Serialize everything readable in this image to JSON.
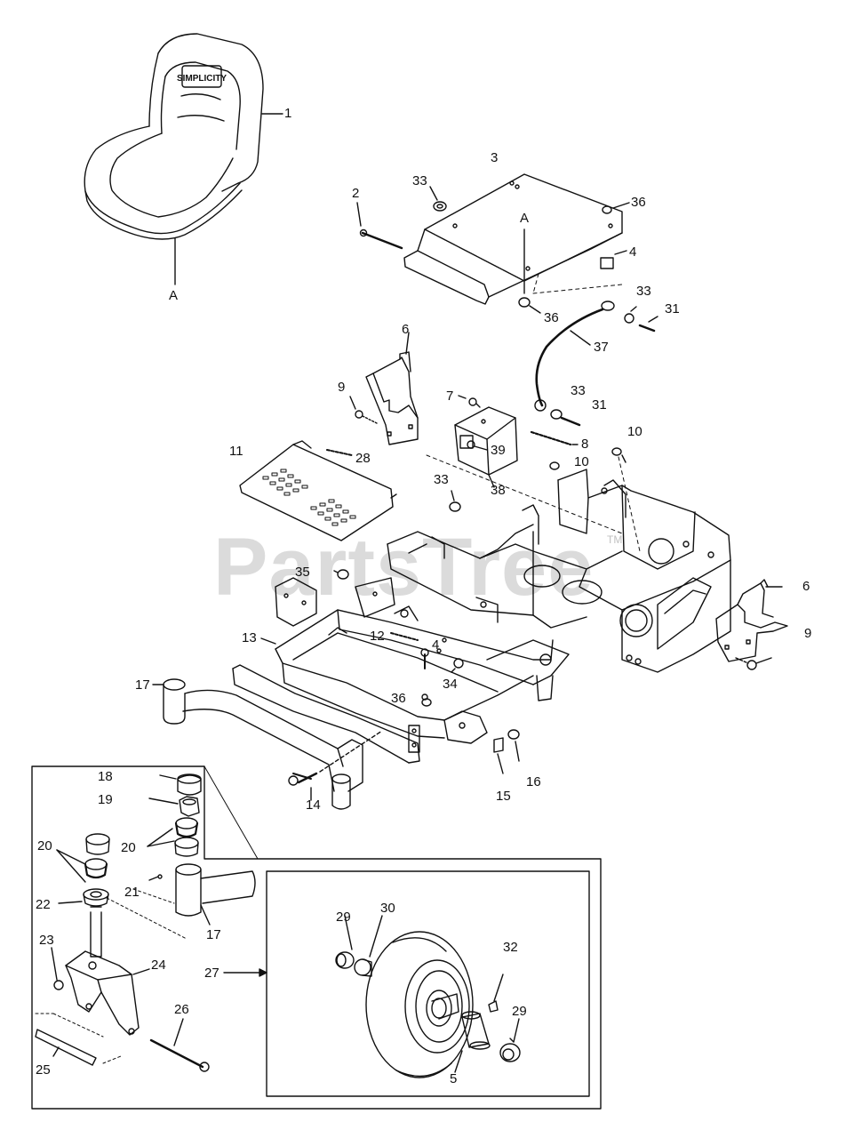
{
  "watermark": "PartsTree",
  "watermark_tm": "TM",
  "seat_logo": "SIMPLICITY",
  "colors": {
    "line": "#111111",
    "watermark": "#aaaaaa",
    "background": "#ffffff"
  },
  "callouts": {
    "c1": "1",
    "cA1": "A",
    "c2": "2",
    "c3": "3",
    "c33a": "33",
    "c36a": "36",
    "cA2": "A",
    "c4a": "4",
    "c36b": "36",
    "c33b": "33",
    "c31a": "31",
    "c37": "37",
    "c6a": "6",
    "c9a": "9",
    "c7": "7",
    "c33c": "33",
    "c31b": "31",
    "c10a": "10",
    "c8": "8",
    "c39": "39",
    "c10b": "10",
    "c11": "11",
    "c28": "28",
    "c33d": "33",
    "c38": "38",
    "c35": "35",
    "c6b": "6",
    "c9b": "9",
    "c13": "13",
    "c12": "12",
    "c4b": "4",
    "c34": "34",
    "c17a": "17",
    "c36c": "36",
    "c16": "16",
    "c15": "15",
    "c14": "14",
    "c18": "18",
    "c19": "19",
    "c20a": "20",
    "c20b": "20",
    "c21": "21",
    "c22": "22",
    "c17b": "17",
    "c23": "23",
    "c24": "24",
    "c26": "26",
    "c25": "25",
    "c27": "27",
    "c29a": "29",
    "c30": "30",
    "c32": "32",
    "c29b": "29",
    "c5": "5"
  }
}
